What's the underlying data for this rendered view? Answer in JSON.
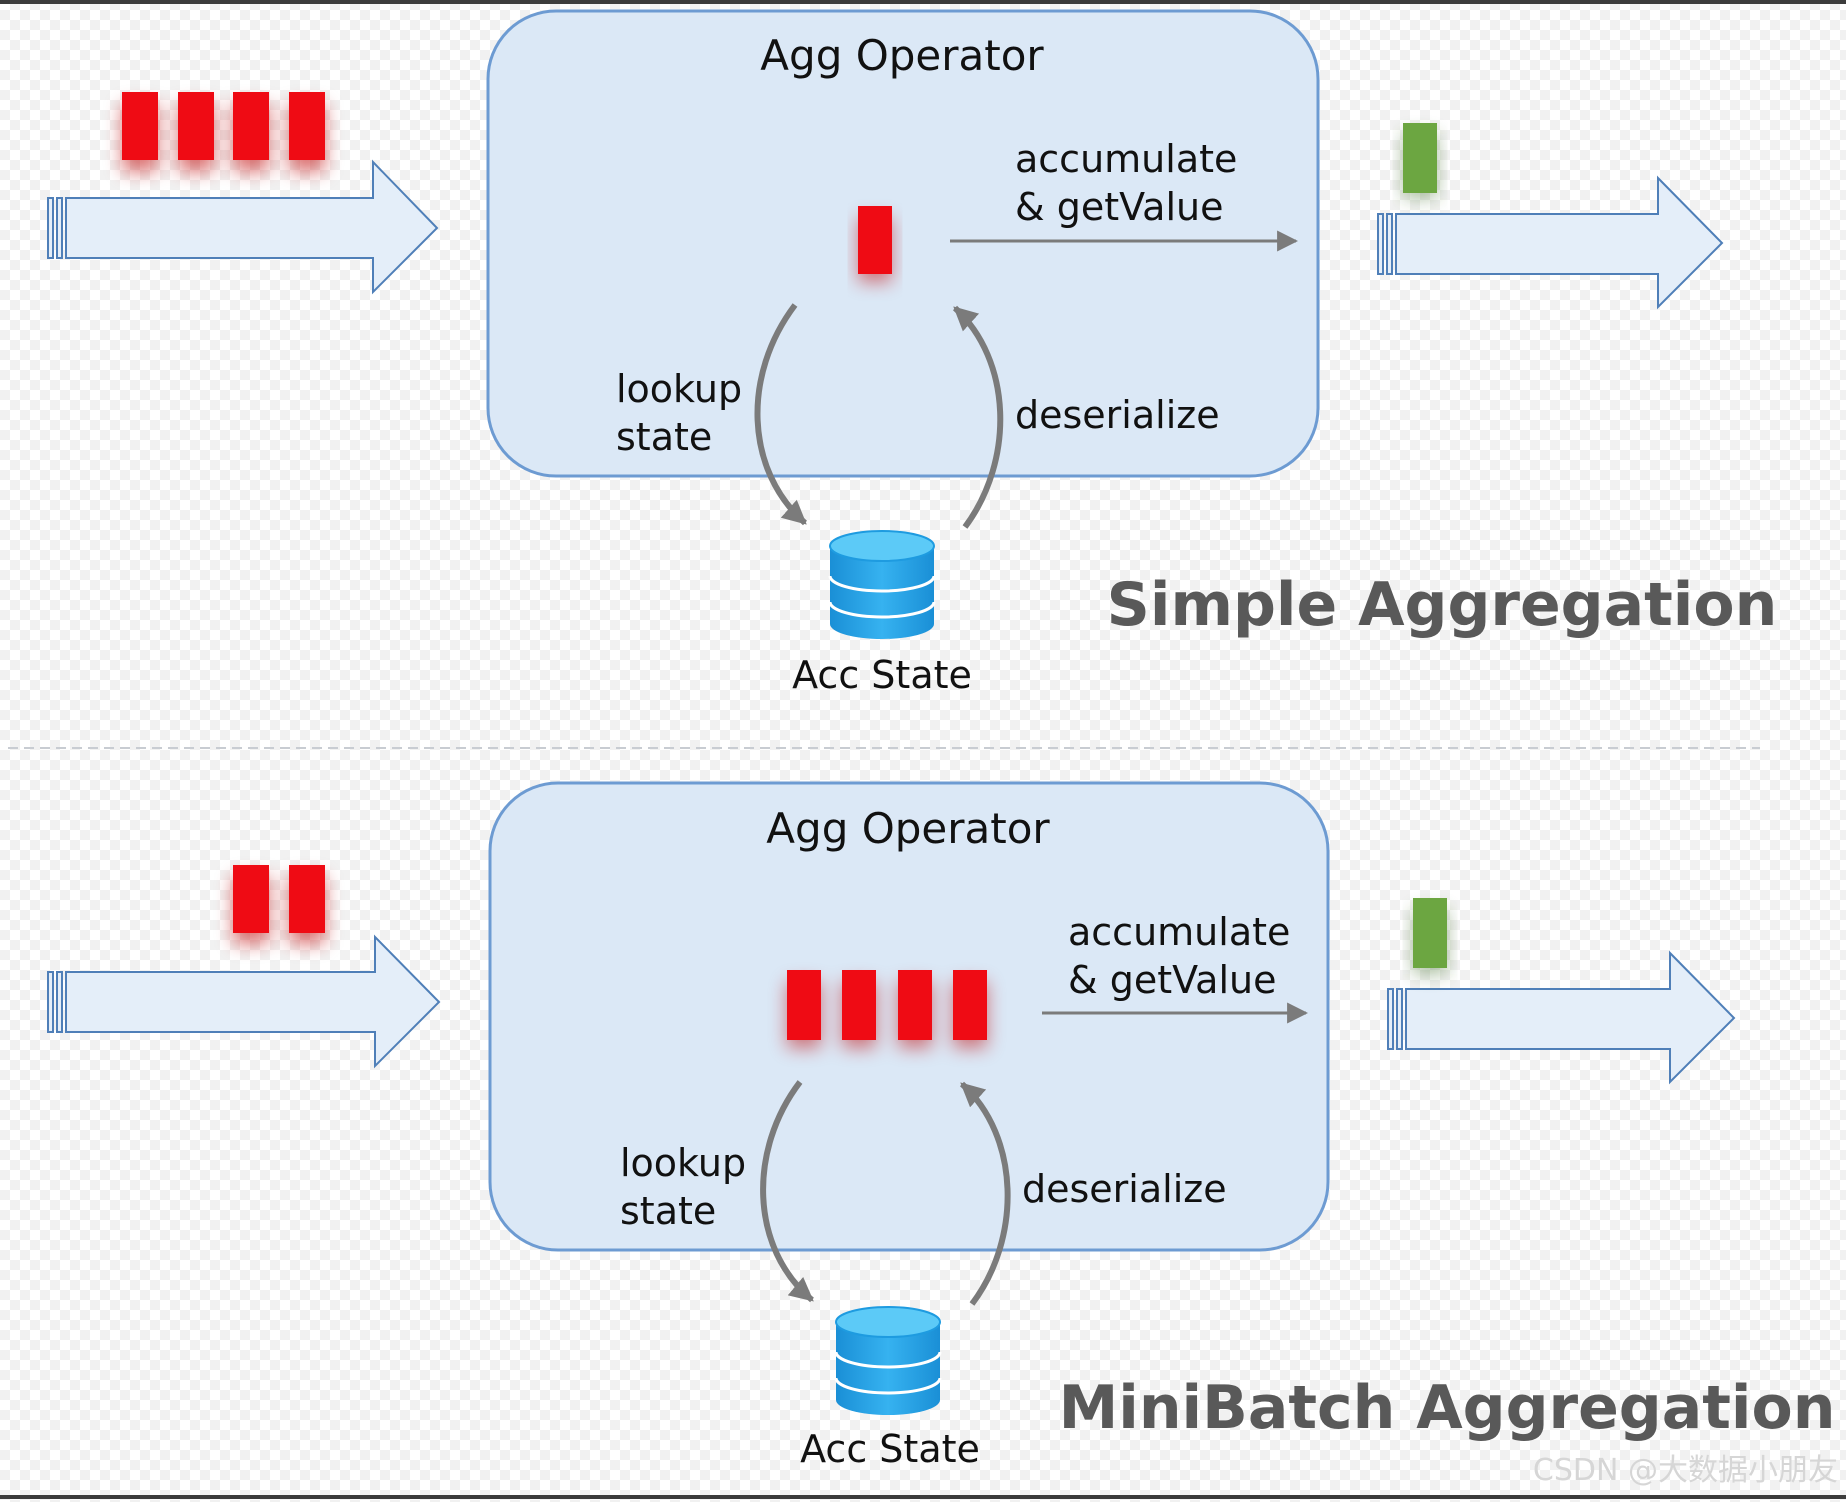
{
  "colors": {
    "operator_fill": "#dbe8f6",
    "operator_stroke": "#6d9bd2",
    "arrow_fill": "#e4eef9",
    "arrow_stroke": "#4f7fb8",
    "record_red": "#ef0b14",
    "record_green": "#6ca641",
    "cycle_arrow": "#7b7b7b",
    "db_blue": "#1e9be0",
    "title_gray": "#595959"
  },
  "panels": [
    {
      "title": "Simple Aggregation",
      "operator_label": "Agg Operator",
      "accumulate_label": [
        "accumulate",
        "& getValue"
      ],
      "lookup_label": [
        "lookup",
        "state"
      ],
      "deserialize_label": "deserialize",
      "state_label": "Acc State",
      "input_records": 4,
      "buffered_records": 1,
      "output_records": 1,
      "icons": [
        "input-stream-arrow-icon",
        "output-stream-arrow-icon",
        "database-icon"
      ]
    },
    {
      "title": "MiniBatch Aggregation",
      "operator_label": "Agg Operator",
      "accumulate_label": [
        "accumulate",
        "& getValue"
      ],
      "lookup_label": [
        "lookup",
        "state"
      ],
      "deserialize_label": "deserialize",
      "state_label": "Acc State",
      "input_records": 2,
      "buffered_records": 4,
      "output_records": 1,
      "icons": [
        "input-stream-arrow-icon",
        "output-stream-arrow-icon",
        "database-icon"
      ]
    }
  ],
  "watermark": "CSDN @大数据小朋友"
}
